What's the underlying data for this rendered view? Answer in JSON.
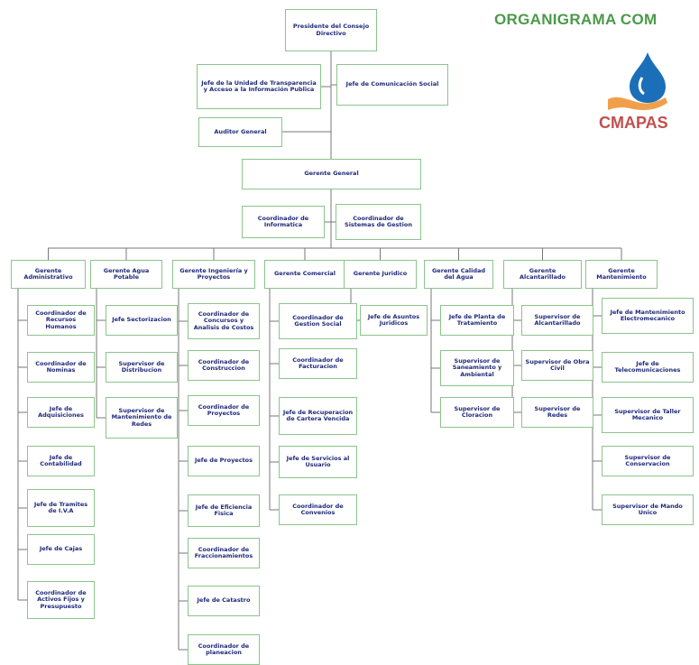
{
  "header": {
    "title": "ORGANIGRAMA COM",
    "logo_text": "CMAPAS"
  },
  "org": {
    "presidente": "Presidente del Consejo Directivo",
    "jefe_transparencia": "Jefe de la Unidad de Transparencia y Acceso a la Información Publica",
    "jefe_comunicacion": "Jefe de Comunicación Social",
    "auditor": "Auditor General",
    "gerente_general": "Gerente General",
    "coord_informatica": "Coordinador de Informatica",
    "coord_sistemas": "Coordinador de Sistemas de Gestion",
    "departments": [
      {
        "name": "Gerente Administrativo",
        "children": [
          "Coordinador de Recursos Humanos",
          "Coordinador de Nominas",
          "Jefe de Adquisiciones",
          "Jefe de Contabilidad",
          "Jefe de Tramites de I.V.A",
          "Jefe de Cajas",
          "Coordinador de Activos Fijos y Presupuesto"
        ]
      },
      {
        "name": "Gerente Agua Potable",
        "children": [
          "Jefe Sectorizacion",
          "Supervisor de Distribucion",
          "Supervisor de Mantenimiento de Redes"
        ]
      },
      {
        "name": "Gerente Ingeniería y Proyectos",
        "children": [
          "Coordinador de Concursos y Analisis de Costos",
          "Coordinador de Construccion",
          "Coordinador de Proyectos",
          "Jefe de Proyectos",
          "Jefe de Eficiencia Fisica",
          "Coordinador de Fraccionamientos",
          "Jefe de Catastro",
          "Coordinador de planeacion"
        ]
      },
      {
        "name": "Gerente Comercial",
        "children": [
          "Coordinador de Gestion Social",
          "Coordinador de Facturacion",
          "Jefe de Recuperacion de Cartera Vencida",
          "Jefe de Servicios al Usuario",
          "Coordinador de Convenios"
        ]
      },
      {
        "name": "Gerente Juridico",
        "children": [
          "Jefe de Asuntos Juridicos"
        ]
      },
      {
        "name": "Gerente Calidad del Agua",
        "children": [
          "Jefe de Planta de Tratamiento",
          "Supervisor de Saneamiento y Ambiental",
          "Supervisor de Cloracion"
        ]
      },
      {
        "name": "Gerente Alcantarillado",
        "children": [
          "Supervisor de Alcantarillado",
          "Supervisor de Obra Civil",
          "Supervisor de Redes"
        ]
      },
      {
        "name": "Gerente Mantenimiento",
        "children": [
          "Jefe de Mantenimiento Electromecanico",
          "Jefe de Telecomunicaciones",
          "Supervisor de Taller Mecanico",
          "Supervisor de Conservacion",
          "Supervisor de Mando Unico"
        ]
      }
    ]
  }
}
